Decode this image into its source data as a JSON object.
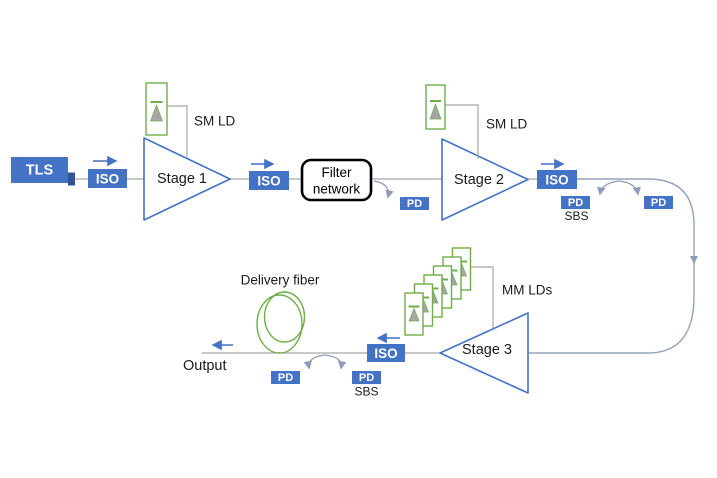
{
  "labels": {
    "tls": "TLS",
    "iso": "ISO",
    "stage1": "Stage 1",
    "stage2": "Stage 2",
    "stage3": "Stage 3",
    "filter_line1": "Filter",
    "filter_line2": "network",
    "sm_ld": "SM LD",
    "mm_lds": "MM LDs",
    "pd": "PD",
    "sbs": "SBS",
    "delivery_fiber": "Delivery fiber",
    "output": "Output"
  },
  "colors": {
    "component_blue": "#4472C4",
    "component_blue_dark": "#2F5597",
    "amplifier_outline": "#4472C4",
    "laser_diode_green": "#70AD47",
    "diode_triangle_gray": "#A6A6A6",
    "connector_gray": "#A6A6A6",
    "tap_arrow_blue_gray": "#8D9CBA",
    "signal_arrow_blue": "#4472C4",
    "filter_border": "#000000",
    "background": "#FFFFFF"
  }
}
